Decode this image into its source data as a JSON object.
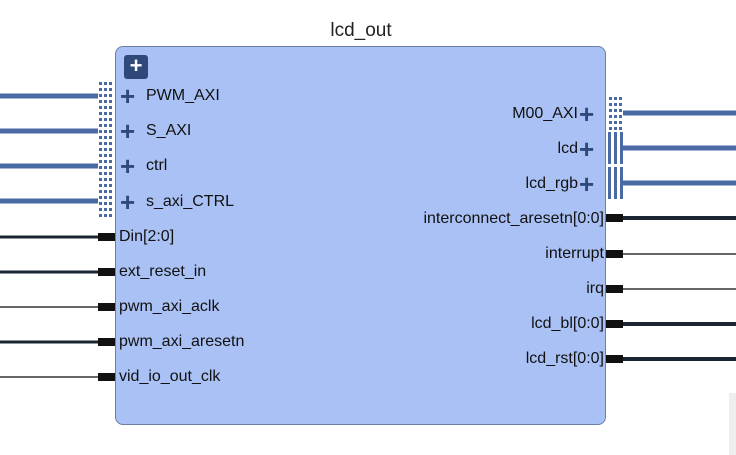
{
  "block": {
    "title": "lcd_out",
    "expand_symbol": "+"
  },
  "left_ports": [
    {
      "label": "PWM_AXI",
      "kind": "bus",
      "plus": "+"
    },
    {
      "label": "S_AXI",
      "kind": "bus",
      "plus": "+"
    },
    {
      "label": "ctrl",
      "kind": "bus",
      "plus": "+"
    },
    {
      "label": "s_axi_CTRL",
      "kind": "bus",
      "plus": "+"
    },
    {
      "label": "Din[2:0]",
      "kind": "vector"
    },
    {
      "label": "ext_reset_in",
      "kind": "signal"
    },
    {
      "label": "pwm_axi_aclk",
      "kind": "clock"
    },
    {
      "label": "pwm_axi_aresetn",
      "kind": "signal"
    },
    {
      "label": "vid_io_out_clk",
      "kind": "clock"
    }
  ],
  "right_ports": [
    {
      "label": "M00_AXI",
      "kind": "bus",
      "plus": "+"
    },
    {
      "label": "lcd",
      "kind": "bus",
      "plus": "+"
    },
    {
      "label": "lcd_rgb",
      "kind": "bus",
      "plus": "+"
    },
    {
      "label": "interconnect_aresetn[0:0]",
      "kind": "vector"
    },
    {
      "label": "interrupt",
      "kind": "signal"
    },
    {
      "label": "irq",
      "kind": "signal"
    },
    {
      "label": "lcd_bl[0:0]",
      "kind": "vector"
    },
    {
      "label": "lcd_rst[0:0]",
      "kind": "vector"
    }
  ],
  "colors": {
    "block_fill": "#a9c1f4",
    "block_border": "#6d7fa6",
    "bus_wire": "#4a6aa6",
    "signal_wire": "#1b2433",
    "icon": "#2f4a7a"
  }
}
